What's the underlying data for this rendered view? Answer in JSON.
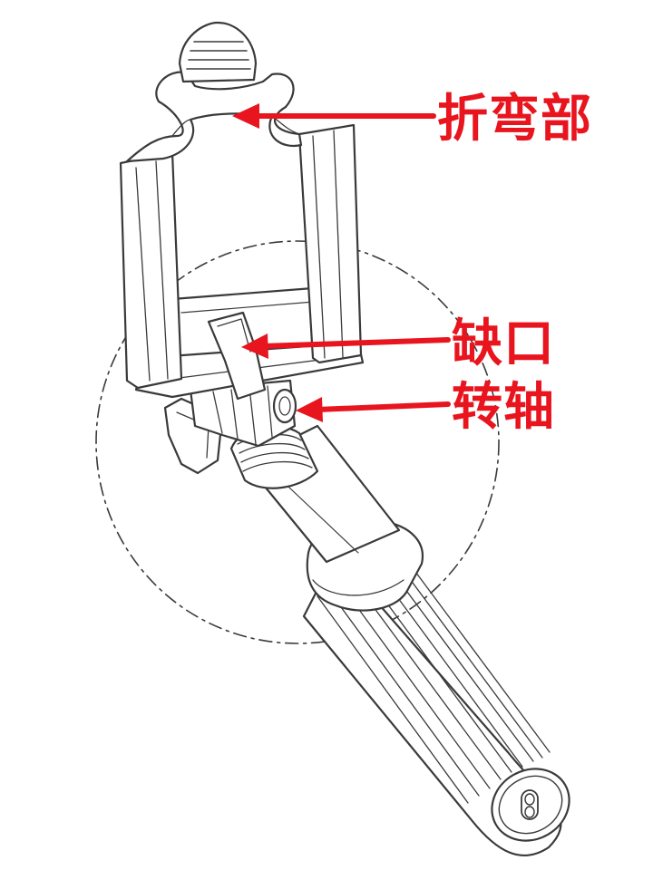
{
  "labels": {
    "bend": "折弯部",
    "notch": "缺口",
    "pivot": "转轴"
  },
  "colors": {
    "annotation": "#e8141e",
    "line_art": "#3a3a3a",
    "background": "#ffffff"
  }
}
